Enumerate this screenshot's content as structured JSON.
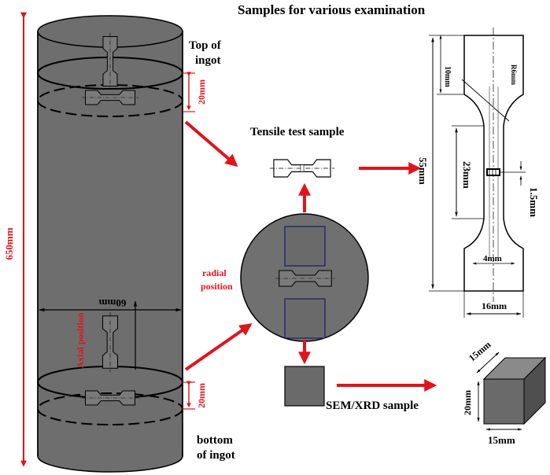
{
  "title": "Samples for various examination",
  "labels": {
    "top_of_ingot_1": "Top of",
    "top_of_ingot_2": "ingot",
    "bottom_of_ingot_1": "bottom",
    "bottom_of_ingot_2": "of ingot",
    "tensile_test_sample": "Tensile test sample",
    "radial_1": "radial",
    "radial_2": "position",
    "axial_position": "Axial position",
    "sem_xrd_sample": "SEM/XRD sample"
  },
  "dimensions": {
    "ingot_height": "650mm",
    "ingot_diameter": "60mm",
    "slice_top": "20mm",
    "slice_bottom": "20mm",
    "dim_10": "10mm",
    "dim_r6": "R6mm",
    "dim_55": "55mm",
    "dim_23": "23mm",
    "dim_1_5": "1.5mm",
    "dim_4": "4mm",
    "dim_16": "16mm",
    "cube_15_top": "15mm",
    "cube_20": "20mm",
    "cube_15_bottom": "15mm"
  },
  "colors": {
    "arrow": "#e0141b",
    "cylinder_fill": "#6e6e6e",
    "disc_fill": "#707070",
    "cube_front": "#6a6a6a",
    "cube_top": "#8a8a8a",
    "cube_side": "#4f4f4f"
  }
}
